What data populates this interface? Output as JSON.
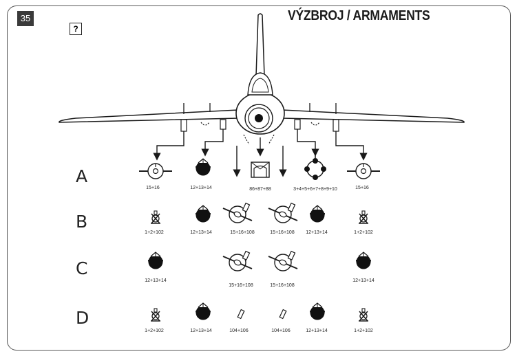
{
  "page": {
    "number": "35",
    "help_symbol": "?",
    "title": "VÝZBROJ / ARMAMENTS"
  },
  "rows": {
    "A": {
      "label": "A",
      "codes": [
        "15+16",
        "12+13+14",
        "86+87+88",
        "3+4+5+6+7+8+9+10",
        "15+16"
      ]
    },
    "B": {
      "label": "B",
      "codes": [
        "1+2+102",
        "12+13+14",
        "15+16+108",
        "15+16+108",
        "12+13+14",
        "1+2+102"
      ]
    },
    "C": {
      "label": "C",
      "codes": [
        "12+13+14",
        "15+16+108",
        "15+16+108",
        "12+13+14"
      ]
    },
    "D": {
      "label": "D",
      "codes": [
        "1+2+102",
        "12+13+14",
        "104+106",
        "104+106",
        "12+13+14",
        "1+2+102"
      ]
    }
  },
  "icons": {
    "tank": "drop-tank-icon",
    "bomb": "bomb-icon",
    "rocket_pod": "rocket-pod-icon",
    "pylon": "pylon-icon",
    "rail": "launch-rail-icon",
    "cluster": "bomb-cluster-icon",
    "cannon": "cannon-pod-icon"
  },
  "colors": {
    "ink": "#1a1a1a",
    "frame": "#555555",
    "badge": "#3a3a3a"
  }
}
